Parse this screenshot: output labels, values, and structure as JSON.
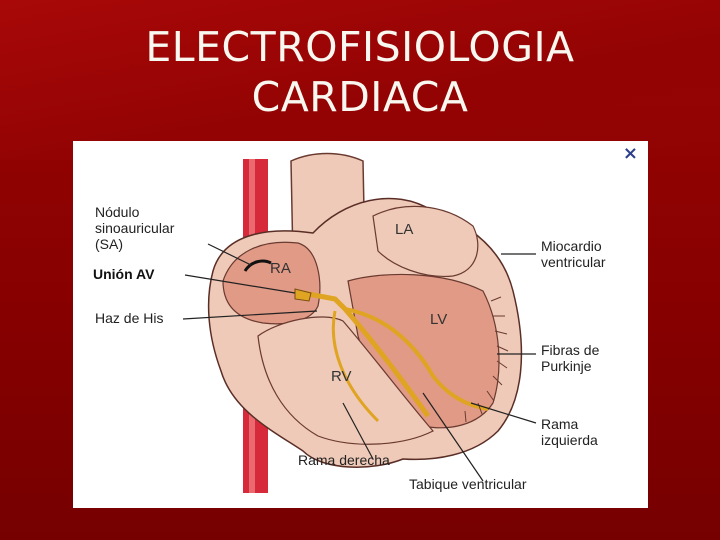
{
  "slide": {
    "title_line1": "ELECTROFISIOLOGIA",
    "title_line2": "CARDIACA"
  },
  "diagram": {
    "close_glyph": "×",
    "chambers": {
      "la": "LA",
      "ra": "RA",
      "lv": "LV",
      "rv": "RV"
    },
    "labels": {
      "sa_line1": "Nódulo",
      "sa_line2": "sinoauricular",
      "sa_line3": "(SA)",
      "av": "Unión AV",
      "his": "Haz de His",
      "miocardio_line1": "Miocardio",
      "miocardio_line2": "ventricular",
      "purkinje_line1": "Fibras de",
      "purkinje_line2": "Purkinje",
      "izq_line1": "Rama",
      "izq_line2": "izquierda",
      "derecha": "Rama derecha",
      "tabique": "Tabique ventricular"
    },
    "colors": {
      "outer_wall": "#efcab8",
      "myocardium": "#e09a86",
      "vessel": "#d62a3a",
      "conduction": "#e0a423"
    }
  }
}
